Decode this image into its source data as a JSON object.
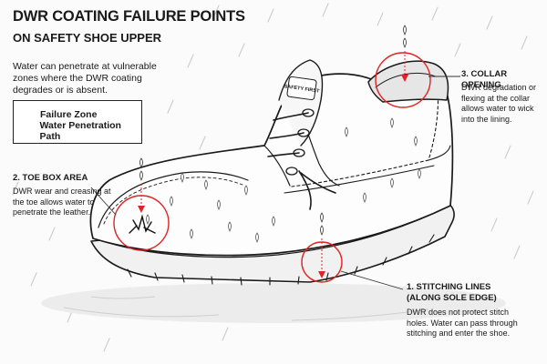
{
  "header": {
    "title": "DWR COATING FAILURE POINTS",
    "subtitle": "ON SAFETY SHOE UPPER"
  },
  "intro": "Water can penetrate at vulnerable zones where the DWR coating degrades or is absent.",
  "legend": {
    "items": [
      {
        "label": "Failure Zone",
        "icon": "circle-outline-icon"
      },
      {
        "label": "Water Penetration Path",
        "icon": "drop-arrow-icon"
      }
    ]
  },
  "shoe": {
    "tongue_label": "SAFETY FIRST"
  },
  "callouts": [
    {
      "id": "toe-box",
      "title": "2. TOE BOX AREA",
      "body": "DWR wear and creasing at the toe allows water to penetrate the leather."
    },
    {
      "id": "collar",
      "title": "3. COLLAR OPENING",
      "body": "DWR degradation or flexing at the collar allows water to wick into the lining."
    },
    {
      "id": "stitching",
      "title": "1. STITCHING LINES (ALONG SOLE EDGE)",
      "body": "DWR does not protect stitch holes. Water can pass through stitching and enter the shoe."
    }
  ],
  "colors": {
    "failure_zone": "#e02424",
    "ink": "#1a1a1a",
    "background": "#fbfbfb"
  }
}
